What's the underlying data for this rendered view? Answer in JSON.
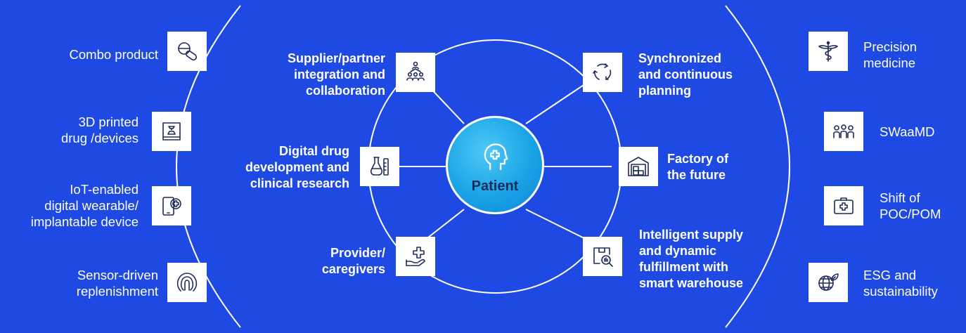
{
  "center": {
    "label": "Patient",
    "icon": "head-cross-icon"
  },
  "inner_nodes": {
    "supplier": {
      "label": "Supplier/partner integration and collaboration",
      "lines": [
        "Supplier/partner",
        "integration and",
        "collaboration"
      ],
      "icon": "people-network-icon"
    },
    "planning": {
      "label": "Synchronized and continuous planning",
      "lines": [
        "Synchronized",
        "and continuous",
        "planning"
      ],
      "icon": "cycle-arrows-icon"
    },
    "drug_dev": {
      "label": "Digital drug development and clinical research",
      "lines": [
        "Digital drug",
        "development and",
        "clinical research"
      ],
      "icon": "lab-flask-icon"
    },
    "factory": {
      "label": "Factory of the future",
      "lines": [
        "Factory of",
        "the future"
      ],
      "icon": "warehouse-icon"
    },
    "provider": {
      "label": "Provider/ caregivers",
      "lines": [
        "Provider/",
        "caregivers"
      ],
      "icon": "hand-cross-icon"
    },
    "supply": {
      "label": "Intelligent supply and dynamic fulfillment with smart warehouse",
      "lines": [
        "Intelligent supply",
        "and dynamic",
        "fulfillment with",
        "smart warehouse"
      ],
      "icon": "box-search-icon"
    }
  },
  "left_items": [
    {
      "lines": [
        "Combo product"
      ],
      "icon": "pill-capsule-icon"
    },
    {
      "lines": [
        "3D printed",
        "drug /devices"
      ],
      "icon": "3d-printer-icon"
    },
    {
      "lines": [
        "IoT-enabled",
        "digital wearable/",
        "implantable device"
      ],
      "icon": "phone-medical-icon"
    },
    {
      "lines": [
        "Sensor-driven",
        "replenishment"
      ],
      "icon": "fingerprint-sensor-icon"
    }
  ],
  "right_items": [
    {
      "lines": [
        "Precision",
        "medicine"
      ],
      "icon": "caduceus-icon"
    },
    {
      "lines": [
        "SWaaMD"
      ],
      "icon": "people-group-icon"
    },
    {
      "lines": [
        "Shift of",
        "POC/POM"
      ],
      "icon": "medical-kit-icon"
    },
    {
      "lines": [
        "ESG and",
        "sustainability"
      ],
      "icon": "globe-leaf-icon"
    }
  ],
  "colors": {
    "background": "#1e49e2",
    "lines": "#ffffff",
    "icon_box": "#ffffff",
    "icon_stroke": "#1e2b5a",
    "center_fill": "#19a3e6"
  }
}
